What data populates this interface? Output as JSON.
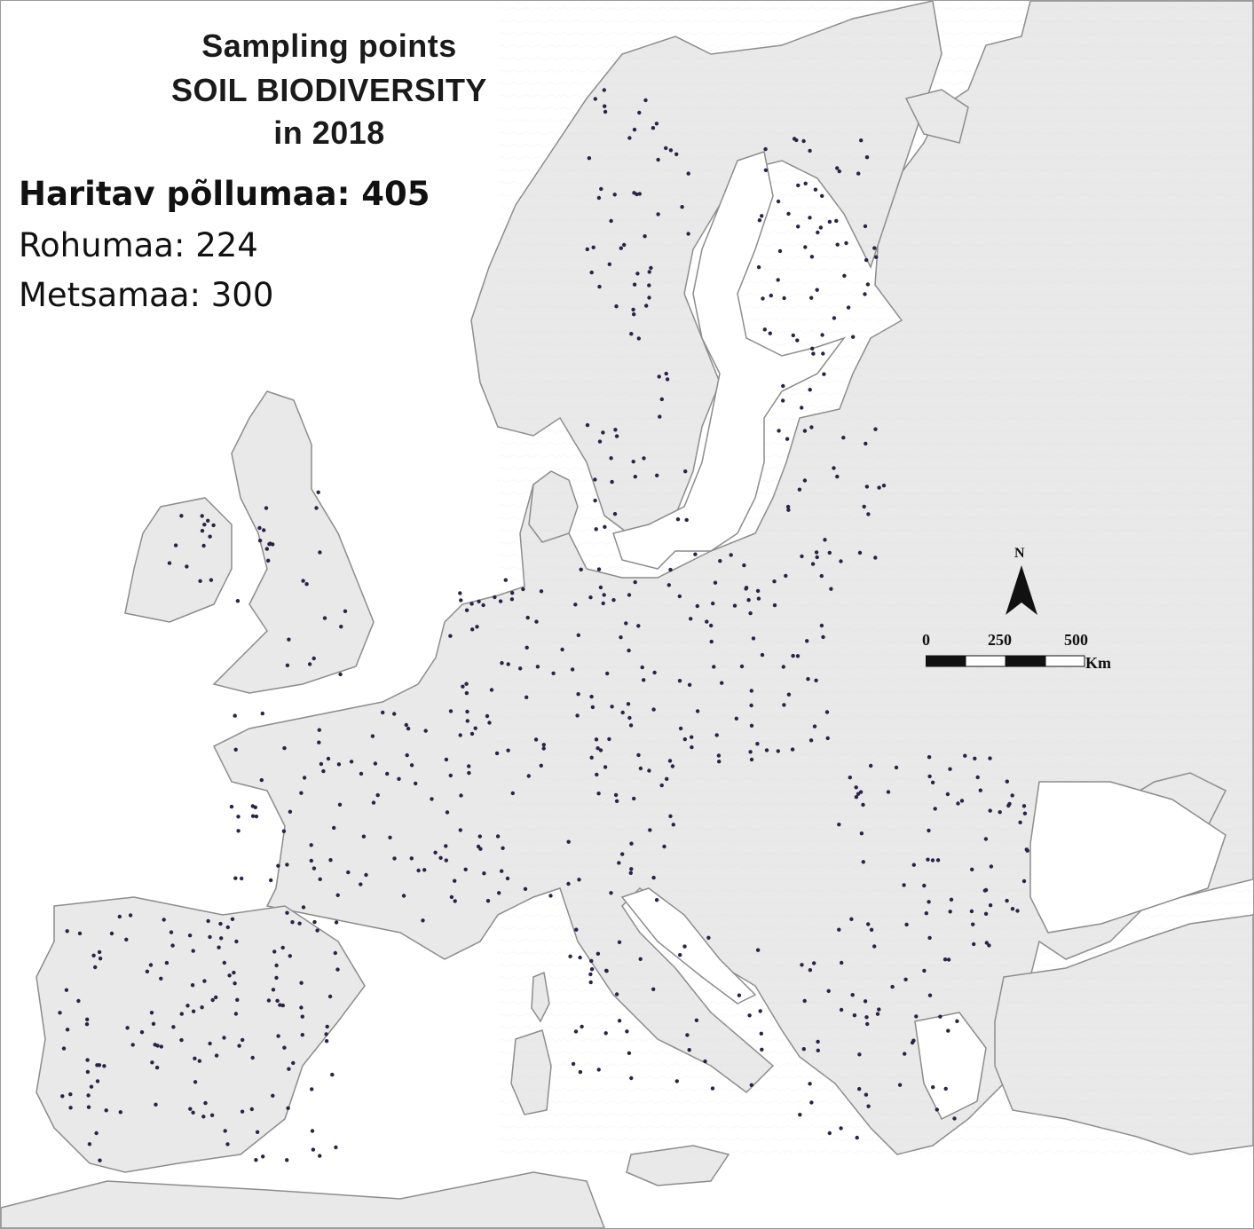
{
  "title": {
    "line1": "Sampling points",
    "line2": "SOIL BIODIVERSITY",
    "line3": "in 2018"
  },
  "legend": {
    "arable": "Haritav põllumaa: 405",
    "grassland": "Rohumaa: 224",
    "forest": "Metsamaa: 300"
  },
  "north_arrow": {
    "label": "N"
  },
  "scale_bar": {
    "tick_0": "0",
    "tick_250": "250",
    "tick_500": "500",
    "unit": "Km"
  },
  "colors": {
    "land": "#e9e9e9",
    "sea": "#ffffff",
    "coast": "#8c8c8c",
    "point": "#2d2145"
  }
}
